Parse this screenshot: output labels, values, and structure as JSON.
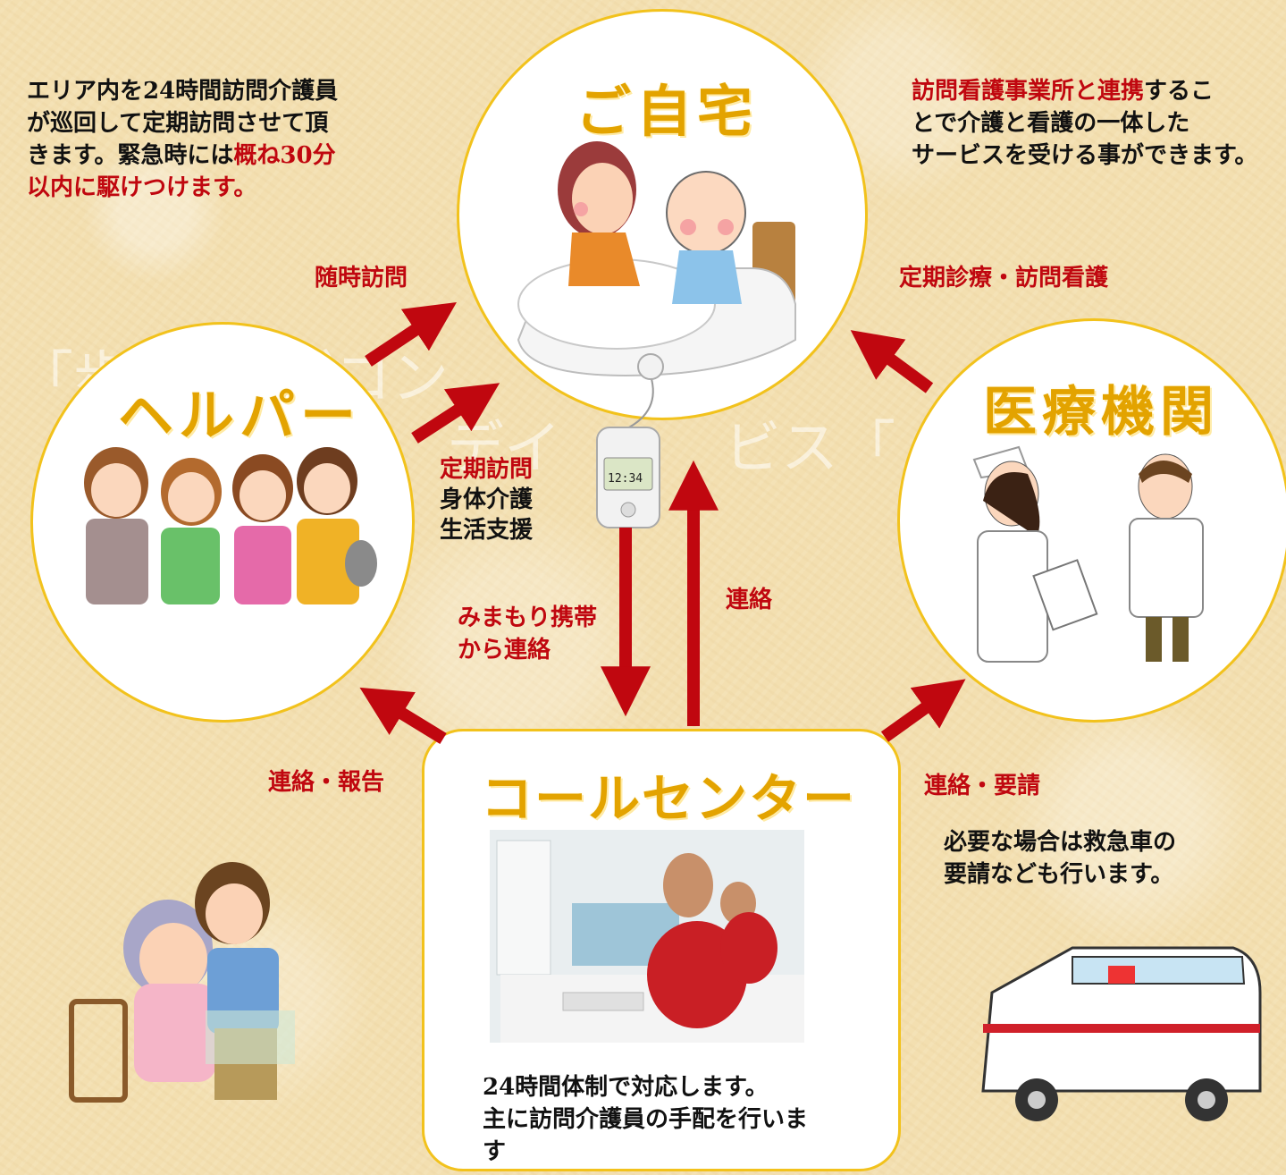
{
  "watermark": {
    "line1": "「歩",
    "line2": "ゴコン",
    "line3": "デイ",
    "line4": "ビス「"
  },
  "home": {
    "title": "ご自宅"
  },
  "helper": {
    "title": "ヘルパー"
  },
  "medical": {
    "title": "医療機関"
  },
  "callcenter": {
    "title": "コールセンター",
    "desc_line1": "24時間体制で対応します。",
    "desc_line2": "主に訪問介護員の手配を行いま",
    "desc_line3": "す"
  },
  "note_left": {
    "line1": "エリア内を24時間訪問介護員",
    "line2": "が巡回して定期訪問させて頂",
    "line3_black": "きます。緊急時には",
    "line3_red": "概ね30分",
    "line4_red": "以内に駆けつけます。"
  },
  "note_right": {
    "line1_red": "訪問看護事業所と連携",
    "line1_black": "するこ",
    "line2": "とで介護と看護の一体した",
    "line3": "サービスを受ける事ができます。"
  },
  "note_ambulance": {
    "line1": "必要な場合は救急車の",
    "line2": "要請なども行います。"
  },
  "labels": {
    "adhoc_visit": "随時訪問",
    "scheduled_medical": "定期診療・訪問看護",
    "scheduled_visit": "定期訪問",
    "body_care": "身体介護",
    "life_support": "生活支援",
    "mimamori_1": "みまもり携帯",
    "mimamori_2": "から連絡",
    "contact": "連絡",
    "contact_report": "連絡・報告",
    "contact_request": "連絡・要請"
  },
  "device": {
    "time": "12:34"
  },
  "colors": {
    "arrow": "#c0070f",
    "title_gold": "#e3a300",
    "border": "#f2c21c",
    "red_text": "#c0070f"
  },
  "icons": [
    "home-care-illustration",
    "helpers-illustration",
    "nurse-doctor-illustration",
    "call-center-photo",
    "caregiver-illustration",
    "ambulance-illustration",
    "watch-phone-device"
  ]
}
